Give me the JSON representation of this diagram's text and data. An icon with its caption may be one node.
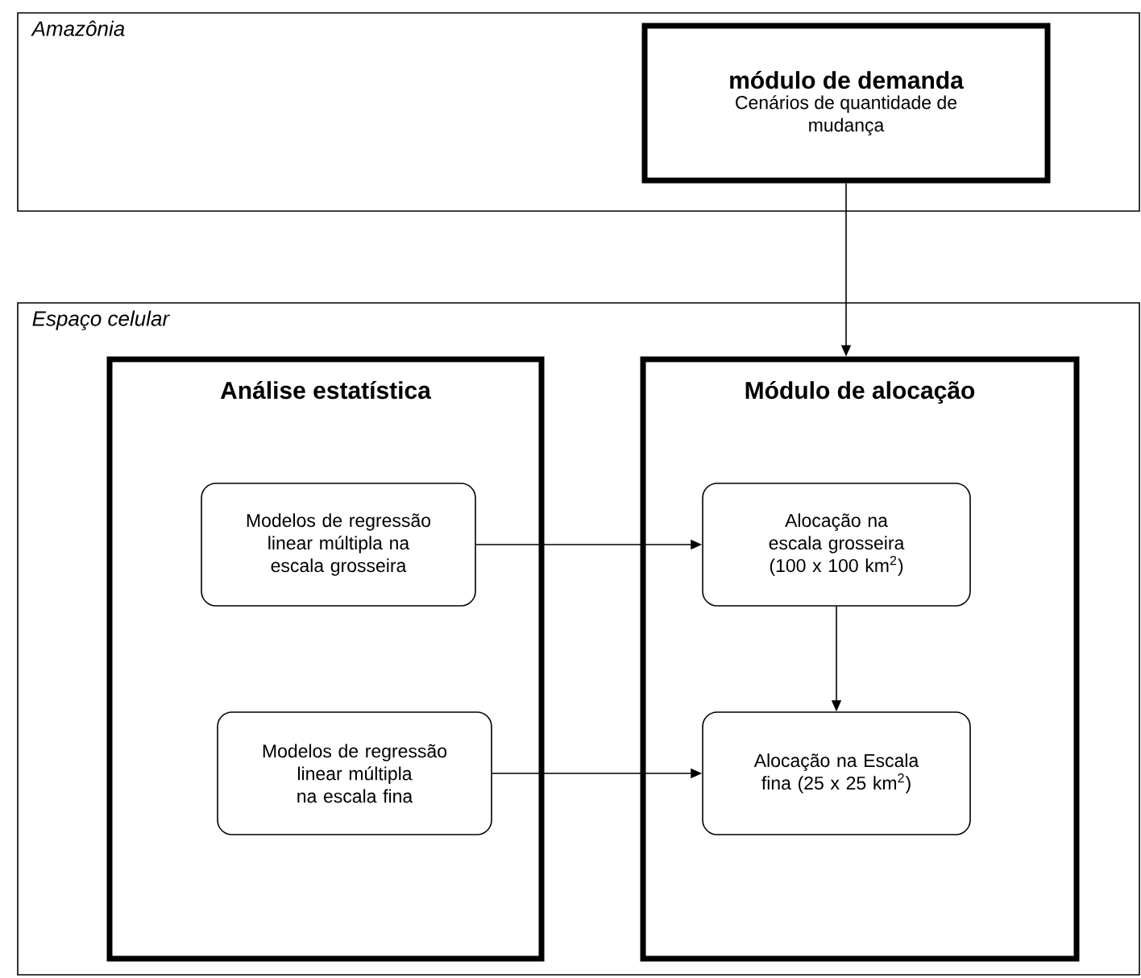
{
  "diagram": {
    "nodes": [
      {
        "text": [
          "Amazônia"
        ]
      },
      {
        "text": [
          "módulo de demanda",
          "Cenários de quantidade de mudança"
        ],
        "in": 0
      },
      {
        "text": [
          "Espaço celular"
        ]
      },
      {
        "text": [
          "Análise estatística"
        ],
        "in": 2
      },
      {
        "text": [
          "Módulo de alocação"
        ],
        "in": 2
      },
      {
        "text": [
          "Modelos de regressão linear múltipla na escala grosseira"
        ],
        "in": 3
      },
      {
        "text": [
          "Modelos de regressão linear múltipla na escala fina"
        ],
        "in": 3
      },
      {
        "text": [
          "Alocação na escala grosseira (100 x 100 km$^{2}$)"
        ],
        "in": 4
      },
      {
        "text": [
          "Alocação na Escala fina (25 x 25 km$^{2}$)"
        ],
        "in": 4
      }
    ],
    "edges": [
      {
        "from": 1,
        "to": 4,
        "arrow": "to"
      },
      {
        "from": 5,
        "to": 7,
        "arrow": "to"
      },
      {
        "from": 6,
        "to": 8,
        "arrow": "to"
      },
      {
        "from": 7,
        "to": 8,
        "arrow": "to"
      }
    ]
  }
}
